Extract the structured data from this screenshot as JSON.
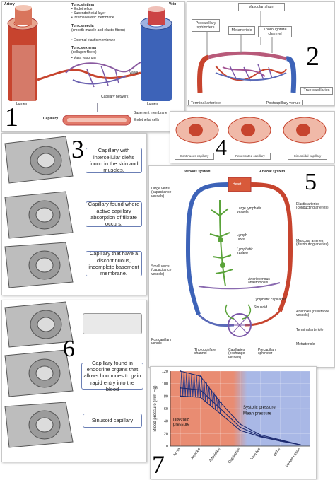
{
  "panel_numbers": [
    "1",
    "2",
    "3",
    "4",
    "5",
    "6",
    "7"
  ],
  "p1": {
    "artery": "Artery",
    "vein": "Vein",
    "tunica_intima": "Tunica intima",
    "endothelium": "• Endothelium",
    "subendothelial": "• Subendothelial layer",
    "internal_elastic": "• Internal elastic membrane",
    "tunica_media": "Tunica media",
    "tunica_media_sub": "(smooth muscle and elastic fibers)",
    "external_elastic": "• External elastic membrane",
    "tunica_externa": "Tunica externa",
    "tunica_externa_sub": "(collagen fibers)",
    "vasa_vasorum": "• Vasa vasorum",
    "valve": "Valve",
    "lumen_left": "Lumen",
    "lumen_right": "Lumen",
    "capillary_network": "Capillary network",
    "capillary": "Capillary",
    "basement_membrane": "Basement membrane",
    "endothelial_cells": "Endothelial cells"
  },
  "p2": {
    "vascular_shunt": "Vascular shunt",
    "precapillary_sphincters": "Precapillary sphincters",
    "metarteriole": "Metarteriole",
    "thoroughfare_channel": "Thoroughfare channel",
    "true_capillaries": "True capillaries",
    "terminal_arteriole": "Terminal arteriole",
    "postcapillary_venule": "Postcapillary venule"
  },
  "p3": {
    "card1": "Capillary with intercellular clefts found in the skin and muscles.",
    "card2": "Capillary found where active capillary absorption of filtrate occurs.",
    "card3": "Capillary that have a discontinuous, incomplete basement membrane."
  },
  "p4": {
    "continuous": "Continuous capillary",
    "fenestrated": "Fenestrated capillary",
    "sinusoidal": "Sinusoidal capillary"
  },
  "p5": {
    "venous_system": "Venous system",
    "arterial_system": "Arterial system",
    "heart": "Heart",
    "large_veins": "Large veins (capacitance vessels)",
    "large_lymphatic": "Large lymphatic vessels",
    "lymph_node": "Lymph node",
    "lymphatic_system": "Lymphatic system",
    "elastic_arteries": "Elastic arteries (conducting arteries)",
    "muscular_arteries": "Muscular arteries (distributing arteries)",
    "small_veins": "Small veins (capacitance vessels)",
    "av_anastomosis": "Arteriovenous anastomosis",
    "lymphatic_capillaries": "Lymphatic capillaries",
    "sinusoid": "Sinusoid",
    "arterioles": "Arterioles (resistance vessels)",
    "terminal_arteriole": "Terminal arteriole",
    "metarteriole": "Metarteriole",
    "postcapillary_venule": "Postcapillary venule",
    "thoroughfare_channel": "Thoroughfare channel",
    "capillaries": "Capillaries (exchange vessels)",
    "precapillary_sphincter": "Precapillary sphincter"
  },
  "p6": {
    "card1": "",
    "card2": "Capillary found in endocrine organs that allows hormones to gain rapid entry into the blood",
    "card3": "Sinusoid capillary"
  },
  "colors": {
    "artery": "#c7442e",
    "vein": "#3d63b8",
    "lymph": "#5aa33a",
    "card_border": "#6b7fb5",
    "chart_left": "#e98c72",
    "chart_right": "#a9b8e6"
  },
  "chart_data": {
    "type": "line",
    "ylabel": "Blood pressure (mm Hg)",
    "ylim": [
      0,
      120
    ],
    "yticks": [
      0,
      20,
      40,
      60,
      80,
      100,
      120
    ],
    "categories": [
      "Aorta",
      "Arteries",
      "Arterioles",
      "Capillaries",
      "Venules",
      "Veins",
      "Venae cavae"
    ],
    "series": [
      {
        "name": "Systolic pressure",
        "values": [
          120,
          112,
          70,
          35,
          18,
          10,
          2
        ]
      },
      {
        "name": "Mean pressure",
        "values": [
          93,
          90,
          60,
          30,
          16,
          9,
          2
        ]
      },
      {
        "name": "Diastolic pressure",
        "values": [
          80,
          78,
          52,
          25,
          15,
          8,
          2
        ]
      }
    ],
    "annotations": [
      "Systolic pressure",
      "Mean pressure",
      "Diastolic pressure"
    ]
  }
}
